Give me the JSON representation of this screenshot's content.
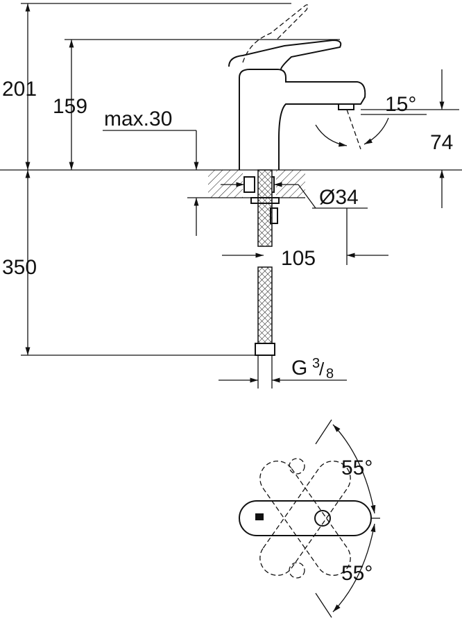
{
  "dimensions": {
    "total_height": "201",
    "spout_height": "159",
    "max_deck": "max.30",
    "spout_angle": "15°",
    "spout_outlet_height": "74",
    "hole_diameter": "Ø34",
    "hose_length": "350",
    "projection": "105",
    "connection_g": "G",
    "connection_num": "3",
    "connection_den": "8",
    "rotation_upper": "55°",
    "rotation_lower": "55°"
  },
  "colors": {
    "line": "#111111",
    "background": "#ffffff"
  }
}
